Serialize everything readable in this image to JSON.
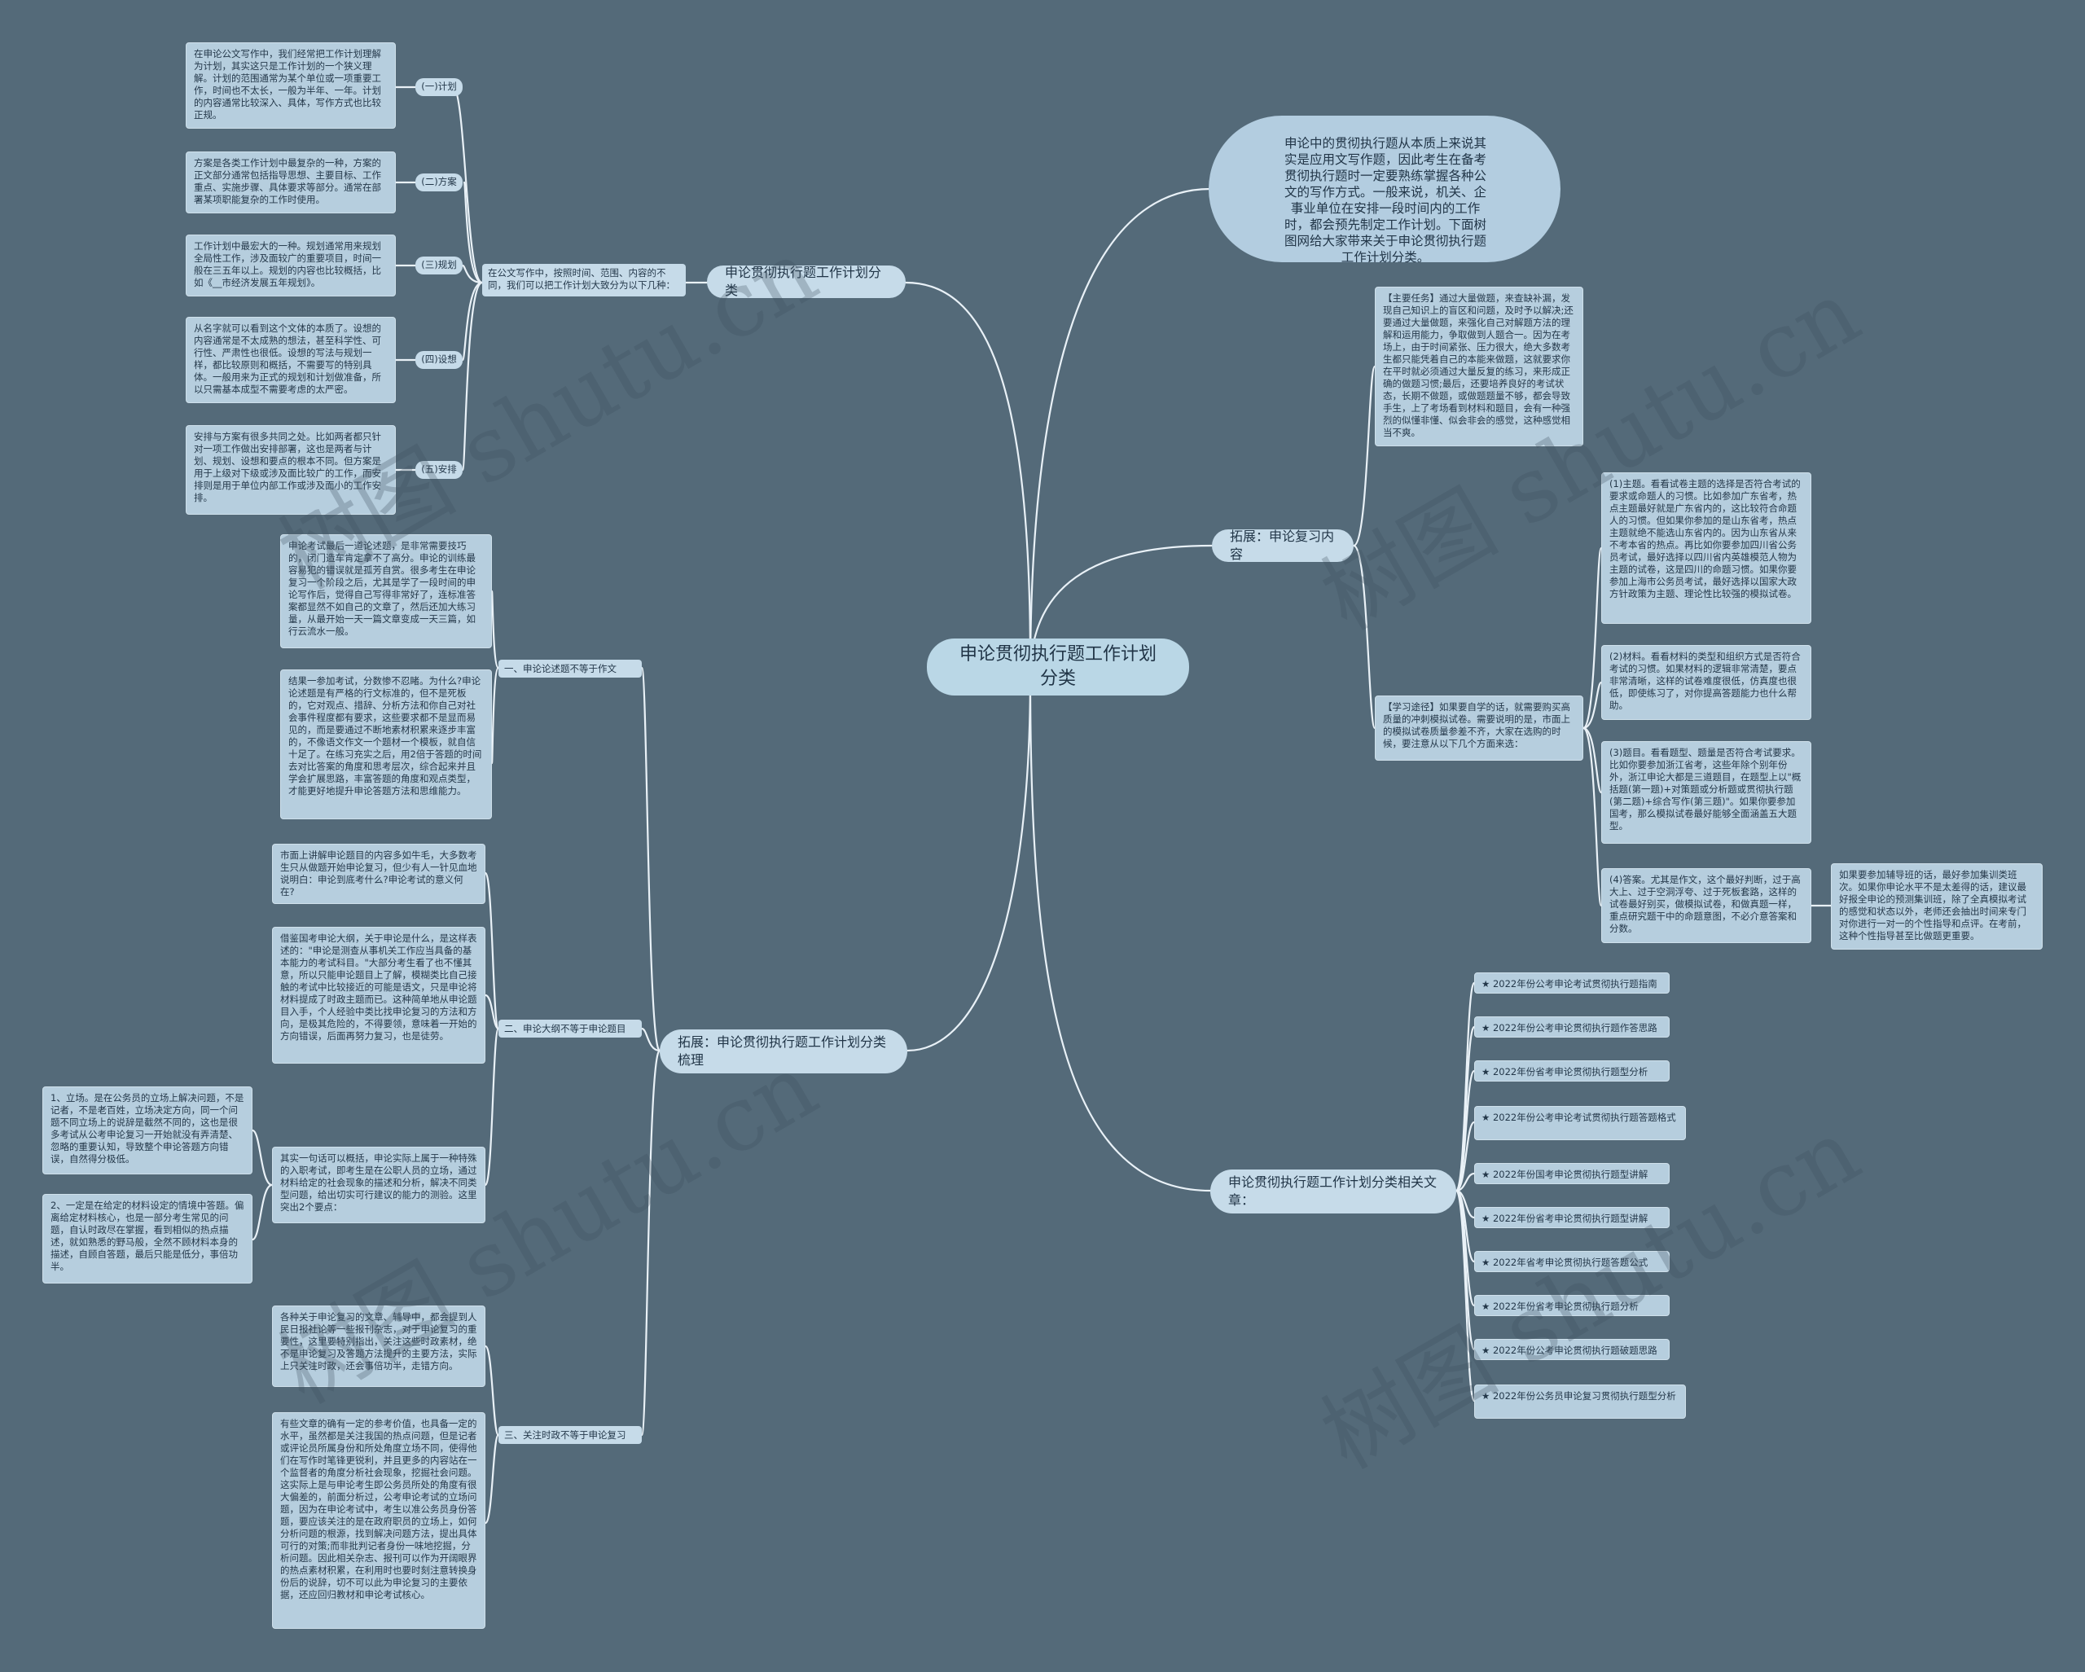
{
  "watermark": "树图 shutu.cn",
  "center": "申论贯彻执行题工作计划分类",
  "intro": "申论中的贯彻执行题从本质上来说其实是应用文写作题，因此考生在备考贯彻执行题时一定要熟练掌握各种公文的写作方式。一般来说，机关、企事业单位在安排一段时间内的工作时，都会预先制定工作计划。下面树图网给大家带来关于申论贯彻执行题工作计划分类。",
  "b1": {
    "title": "申论贯彻执行题工作计划分类",
    "intro": "在公文写作中，按照时间、范围、内容的不同，我们可以把工作计划大致分为以下几种：",
    "items": [
      {
        "label": "(一)计划",
        "text": "在申论公文写作中，我们经常把工作计划理解为计划，其实这只是工作计划的一个狭义理解。计划的范围通常为某个单位或一项重要工作，时间也不太长，一般为半年、一年。计划的内容通常比较深入、具体，写作方式也比较正规。"
      },
      {
        "label": "(二)方案",
        "text": "方案是各类工作计划中最复杂的一种，方案的正文部分通常包括指导思想、主要目标、工作重点、实施步骤、具体要求等部分。通常在部署某项职能复杂的工作时使用。"
      },
      {
        "label": "(三)规划",
        "text": "工作计划中最宏大的一种。规划通常用来规划全局性工作，涉及面较广的重要项目，时间一般在三五年以上。规划的内容也比较概括，比如《__市经济发展五年规划》。"
      },
      {
        "label": "(四)设想",
        "text": "从名字就可以看到这个文体的本质了。设想的内容通常是不太成熟的想法，甚至科学性、可行性、严肃性也很低。设想的写法与规划一样，都比较原则和概括，不需要写的特别具体。一般用来为正式的规划和计划做准备，所以只需基本成型不需要考虑的太严密。"
      },
      {
        "label": "(五)安排",
        "text": "安排与方案有很多共同之处。比如两者都只针对一项工作做出安排部署，这也是两者与计划、规划、设想和要点的根本不同。但方案是用于上级对下级或涉及面比较广的工作，而安排则是用于单位内部工作或涉及面小的工作安排。"
      }
    ]
  },
  "b2": {
    "title": "拓展：申论贯彻执行题工作计划分类梳理",
    "groups": [
      {
        "label": "一、申论论述题不等于作文",
        "texts": [
          "申论考试最后一道论述题，是非常需要技巧的，闭门造车肯定拿不了高分。申论的训练最容易犯的错误就是孤芳自赏。很多考生在申论复习一个阶段之后，尤其是学了一段时间的申论写作后，觉得自己写得非常好了，连标准答案都显然不如自己的文章了，然后还加大练习量，从最开始一天一篇文章变成一天三篇，如行云流水一般。",
          "结果一参加考试，分数惨不忍睹。为什么?申论论述题是有严格的行文标准的，但不是死板的，它对观点、措辞、分析方法和你自己对社会事件程度都有要求，这些要求都不是显而易见的，而是要通过不断地素材积累来逐步丰富的，不像语文作文一个题材一个模板，就自信十足了。在练习充实之后，用2倍于答题的时间去对比答案的角度和思考层次，综合起来并且学会扩展思路，丰富答题的角度和观点类型，才能更好地提升申论答题方法和思维能力。"
        ]
      },
      {
        "label": "二、申论大纲不等于申论题目",
        "texts": [
          "市面上讲解申论题目的内容多如牛毛，大多数考生只从做题开始申论复习，但少有人一针见血地说明白：申论到底考什么?申论考试的意义何在?",
          "借鉴国考申论大纲，关于申论是什么，是这样表述的：\"申论是测查从事机关工作应当具备的基本能力的考试科目。\"大部分考生看了也不懂其意，所以只能申论题目上了解，模糊类比自己接触的考试中比较接近的可能是语文，只是申论将材料提成了时政主题而已。这种简单地从申论题目入手，个人经验中类比找申论复习的方法和方向，是极其危险的，不得要领，意味着一开始的方向错误，后面再努力复习，也是徒劳。",
          "其实一句话可以概括，申论实际上属于一种特殊的入职考试，即考生是在公职人员的立场，通过材料给定的社会现象的描述和分析，解决不同类型问题，给出切实可行建议的能力的测验。这里突出2个要点："
        ],
        "subs": [
          "1、立场。是在公务员的立场上解决问题，不是记者，不是老百姓，立场决定方向，同一个问题不同立场上的说辞是截然不同的，这也是很多考试从公考申论复习一开始就没有弄清楚、忽略的重要认知，导致整个申论答题方向错误，自然得分极低。",
          "2、一定是在给定的材料设定的情境中答题。偏离给定材料核心，也是一部分考生常见的问题，自认时政尽在掌握，看到相似的热点描述，就如熟悉的野马般，全然不顾材料本身的描述，自顾自答题，最后只能是低分，事倍功半。"
        ]
      },
      {
        "label": "三、关注时政不等于申论复习",
        "texts": [
          "各种关于申论复习的文章、辅导中，都会提到人民日报社论等一些报刊杂志，对于申论复习的重要性，这里要特别指出，关注这些时政素材，绝不是申论复习及答题方法提升的主要方法，实际上只关注时政，还会事倍功半，走错方向。",
          "有些文章的确有一定的参考价值，也具备一定的水平，虽然都是关注我国的热点问题，但是记者或评论员所属身份和所处角度立场不同，使得他们在写作时笔锋更锐利，并且更多的内容站在一个监督者的角度分析社会现象，挖掘社会问题。这实际上是与申论考生即公务员所处的角度有很大偏差的，前面分析过，公考申论考试的立场问题，因为在申论考试中，考生以准公务员身份答题，要应该关注的是在政府职员的立场上，如何分析问题的根源，找到解决问题方法，提出具体可行的对策;而非批判记者身份一味地挖掘，分析问题。因此相关杂志、报刊可以作为开阔眼界的热点素材积累，在利用时也要时刻注意转换身份后的说辞，切不可以此为申论复习的主要依据，还应回归教材和申论考试核心。"
        ]
      }
    ]
  },
  "b3": {
    "title": "拓展：申论复习内容",
    "task": "【主要任务】通过大量做题，来查缺补漏，发现自己知识上的盲区和问题，及时予以解决;还要通过大量做题，来强化自己对解题方法的理解和运用能力，争取做到人题合一。因为在考场上，由于时间紧张、压力很大，绝大多数考生都只能凭着自己的本能来做题，这就要求你在平时就必须通过大量反复的练习，来形成正确的做题习惯;最后，还要培养良好的考试状态，长期不做题，或做题题量不够，都会导致手生，上了考场看到材料和题目，会有一种强烈的似懂非懂、似会非会的感觉，这种感觉相当不爽。",
    "method": "【学习途径】如果要自学的话，就需要购买高质量的冲刺模拟试卷。需要说明的是，市面上的模拟试卷质量参差不齐，大家在选购的时候，要注意从以下几个方面来选：",
    "points": [
      "(1)主题。看看试卷主题的选择是否符合考试的要求或命题人的习惯。比如参加广东省考，热点主题最好就是广东省内的，这比较符合命题人的习惯。但如果你参加的是山东省考，热点主题就绝不能选山东省内的。因为山东省从来不考本省的热点。再比如你要参加四川省公务员考试，最好选择以四川省内英雄模范人物为主题的试卷，这是四川的命题习惯。如果你要参加上海市公务员考试，最好选择以国家大政方针政策为主题、理论性比较强的模拟试卷。",
      "(2)材料。看看材料的类型和组织方式是否符合考试的习惯。如果材料的逻辑非常清楚，要点非常清晰，这样的试卷难度很低，仿真度也很低，即使练习了，对你提高答题能力也什么帮助。",
      "(3)题目。看看题型、题量是否符合考试要求。比如你要参加浙江省考，这些年除个别年份外，浙江申论大都是三道题目，在题型上以\"概括题(第一题)+对策题或分析题或贯彻执行题(第二题)+综合写作(第三题)\"。如果你要参加国考，那么模拟试卷最好能够全面涵盖五大题型。",
      "(4)答案。尤其是作文，这个最好判断，过于高大上、过于空洞浮夸、过于死板套路，这样的试卷最好别买，做模拟试卷，和做真题一样，重点研究题干中的命题意图，不必介意答案和分数。"
    ],
    "aside": "如果要参加辅导班的话，最好参加集训类班次。如果你申论水平不是太差得的话，建议最好报全申论的预测集训班，除了全真模拟考试的感觉和状态以外，老师还会抽出时间来专门对你进行一对一的个性指导和点评。在考前，这种个性指导甚至比做题更重要。"
  },
  "b4": {
    "title": "申论贯彻执行题工作计划分类相关文章：",
    "articles": [
      "★ 2022年份公考申论考试贯彻执行题指南",
      "★ 2022年份公考申论贯彻执行题作答思路",
      "★ 2022年份省考申论贯彻执行题型分析",
      "★ 2022年份公考申论考试贯彻执行题答题格式",
      "★ 2022年份国考申论贯彻执行题型讲解",
      "★ 2022年份省考申论贯彻执行题型讲解",
      "★ 2022年省考申论贯彻执行题答题公式",
      "★ 2022年份省考申论贯彻执行题分析",
      "★ 2022年份公考申论贯彻执行题破题思路",
      "★ 2022年份公务员申论复习贯彻执行题型分析"
    ]
  },
  "colors": {
    "background": "#546a79",
    "link": "#e9f1f7",
    "center": "#bad7e6",
    "node": "#c6dbe9",
    "text": "#b6cede"
  }
}
